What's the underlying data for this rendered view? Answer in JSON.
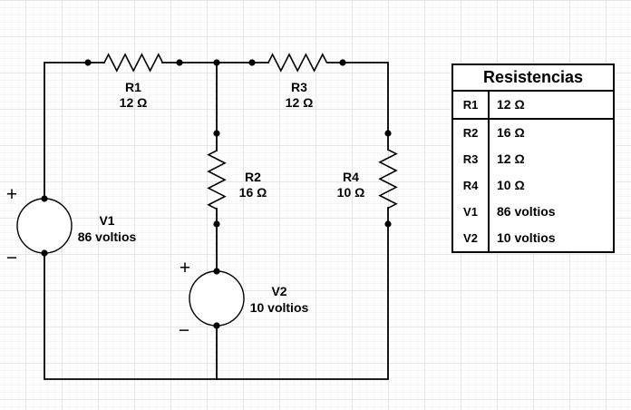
{
  "colors": {
    "wire": "#000000",
    "background": "#ffffff",
    "grid_major": "#e6e6e6",
    "grid_minor": "#f7f5f5"
  },
  "circuit": {
    "r1": {
      "name": "R1",
      "value": "12 Ω"
    },
    "r2": {
      "name": "R2",
      "value": "16 Ω"
    },
    "r3": {
      "name": "R3",
      "value": "12 Ω"
    },
    "r4": {
      "name": "R4",
      "value": "10 Ω"
    },
    "v1": {
      "name": "V1",
      "value": "86 voltios",
      "plus": "+",
      "minus": "−"
    },
    "v2": {
      "name": "V2",
      "value": "10 voltios",
      "plus": "+",
      "minus": "−"
    }
  },
  "table": {
    "title": "Resistencias",
    "rows": [
      {
        "label": "R1",
        "value": "12 Ω"
      },
      {
        "label": "R2",
        "value": "16 Ω"
      },
      {
        "label": "R3",
        "value": "12 Ω"
      },
      {
        "label": "R4",
        "value": "10 Ω"
      },
      {
        "label": "V1",
        "value": "86 voltios"
      },
      {
        "label": "V2",
        "value": "10 voltios"
      }
    ]
  }
}
